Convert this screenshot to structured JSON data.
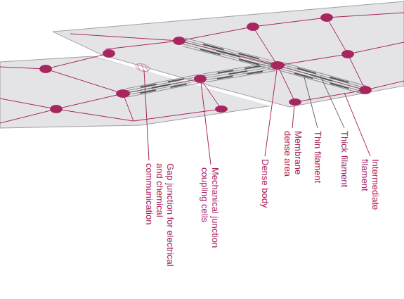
{
  "diagram": {
    "labels": [
      "Gap junction for electrical and chemical communication",
      "Mechanical junction coupling cells",
      "Dense body",
      "Membrane dense area",
      "Thin filament",
      "Thick filament",
      "Intermediate filament"
    ]
  }
}
